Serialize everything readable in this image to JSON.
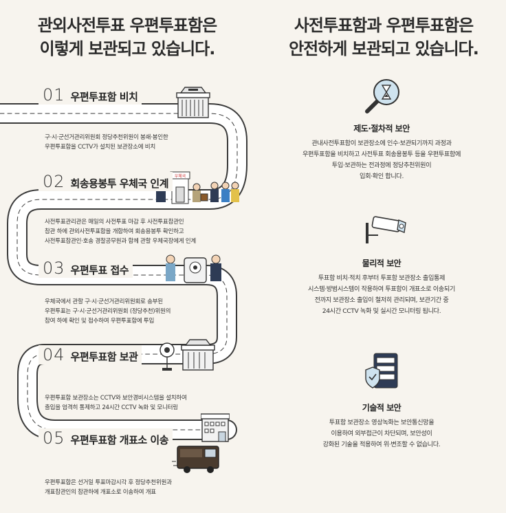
{
  "left_title": [
    "관외사전투표 우편투표함은",
    "이렇게 보관되고 있습니다."
  ],
  "right_title": [
    "사전투표함과 우편투표함은",
    "안전하게 보관되고 있습니다."
  ],
  "steps": [
    {
      "num": "01",
      "title": "우편투표함 비치",
      "desc": [
        "구·시·군선거관리위원회 정당추천위원이 봉쇄·봉인한",
        "우편투표함을 CCTV가 설치된 보관장소에 비치"
      ]
    },
    {
      "num": "02",
      "title": "회송용봉투 우체국 인계",
      "desc": [
        "사전투표관리관은 매일의 사전투표 마감 후 사전투표참관인",
        "참관 하에 관외사전투표함을 개함하여 회송용봉투 확인하고",
        "사전투표참관인·호송 경찰공무원과 함께 관할 우체국장에게 인계"
      ]
    },
    {
      "num": "03",
      "title": "우편투표 접수",
      "desc": [
        "우체국에서 관할 구·시·군선거관리위원회로 송부된",
        "우편투표는 구·시·군선거관리위원회 (정당추천)위원의",
        "참여 하에 확인 및 접수하여 우편투표함에 투입"
      ]
    },
    {
      "num": "04",
      "title": "우편투표함 보관",
      "desc": [
        "우편투표함 보관장소는 CCTV와 보안경비시스템을 설치하여",
        "출입을 엄격히 통제하고 24시간 CCTV 녹화 및 모니터링"
      ]
    },
    {
      "num": "05",
      "title": "우편투표함 개표소 이송",
      "desc": [
        "우편투표함은 선거일 투표마감시각 후 정당추천위원과",
        "개표참관인의 참관하에 개표소로 이송하여 개표"
      ]
    }
  ],
  "security": [
    {
      "title": "제도·절차적 보안",
      "desc": [
        "관내사전투표함이 보관장소에 인수·보관되기까지 과정과",
        "우편투표함을 비치하고 사전투표 회송용봉투 등을 우편투표함에",
        "투입·보관하는 전과정에 정당추천위원이",
        "입회·확인 합니다."
      ]
    },
    {
      "title": "물리적 보안",
      "desc": [
        "투표함 비치·적치 후부터 투표함 보관장소 출입통제",
        "시스템·방범시스템이 작용하여 투표함이 개표소로 이송되기",
        "전까지 보관장소 출입이 철저히 관리되며, 보관기간 중",
        "24시간 CCTV 녹화 및 실시간 모니터링 됩니다."
      ]
    },
    {
      "title": "기술적 보안",
      "desc": [
        "투표함 보관장소 영상녹화는 보안통신망을",
        "이용하여 외부접근이 차단되며, 보안성이",
        "강화된 기술을 적용하여 위·변조할 수 없습니다."
      ]
    }
  ],
  "sign_post": "우체국",
  "colors": {
    "bg": "#f7f4ee",
    "road": "#ffffff",
    "road_edge": "#3a3a3a",
    "lens_blue": "#cfe3ef",
    "navy": "#2e3b55"
  }
}
